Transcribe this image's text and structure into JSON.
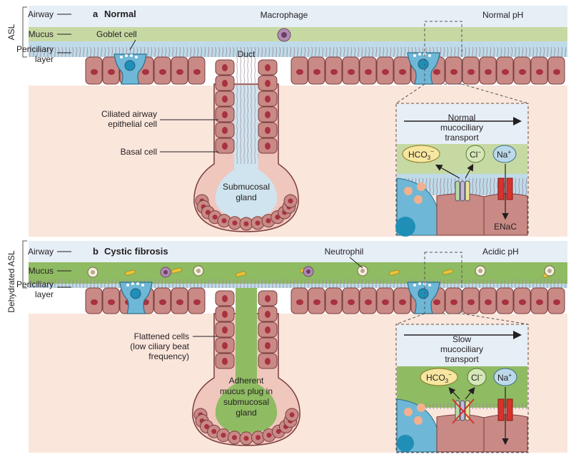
{
  "side_labels": {
    "asl": "ASL",
    "dehydrated_asl": "Dehydrated ASL"
  },
  "layer_labels": {
    "airway": "Airway",
    "mucus": "Mucus",
    "periciliary_line1": "Periciliary",
    "periciliary_line2": "layer"
  },
  "panel_a": {
    "letter": "a",
    "title": "Normal",
    "macrophage": "Macrophage",
    "ph": "Normal pH",
    "goblet_cell": "Goblet cell",
    "duct": "Duct",
    "ciliated_line1": "Ciliated airway",
    "ciliated_line2": "epithelial cell",
    "basal_cell": "Basal cell",
    "gland_line1": "Submucosal",
    "gland_line2": "gland",
    "transport_line1": "Normal",
    "transport_line2": "mucociliary",
    "transport_line3": "transport",
    "hco3": "HCO",
    "hco3_sub": "3",
    "hco3_sup": "−",
    "cl": "Cl",
    "cl_sup": "−",
    "na": "Na",
    "na_sup": "+",
    "enac": "ENaC"
  },
  "panel_b": {
    "letter": "b",
    "title": "Cystic fibrosis",
    "neutrophil": "Neutrophil",
    "ph": "Acidic pH",
    "flattened_line1": "Flattened cells",
    "flattened_line2": "(low ciliary beat",
    "flattened_line3": "frequency)",
    "plug_line1": "Adherent",
    "plug_line2": "mucus plug in",
    "plug_line3": "submucosal",
    "plug_line4": "gland",
    "transport_line1": "Slow",
    "transport_line2": "mucociliary",
    "transport_line3": "transport",
    "hco3": "HCO",
    "hco3_sub": "3",
    "hco3_sup": "−",
    "cl": "Cl",
    "cl_sup": "−",
    "na": "Na",
    "na_sup": "+"
  },
  "colors": {
    "airway": "#e6eef6",
    "mucus_normal": "#c7d9a3",
    "mucus_cf": "#8fbb62",
    "periciliary": "#bfdbe9",
    "cell_fill": "#c98a86",
    "cell_stroke": "#7a3d3e",
    "nucleus": "#a8323f",
    "tissue": "#fbe6dc",
    "goblet": "#6fb7d6",
    "bacteria": "#e8c33a",
    "hco3_fill": "#f7e6a0",
    "cl_fill": "#d5e7b7",
    "na_fill": "#bcd9ea",
    "enac": "#d8322c"
  }
}
